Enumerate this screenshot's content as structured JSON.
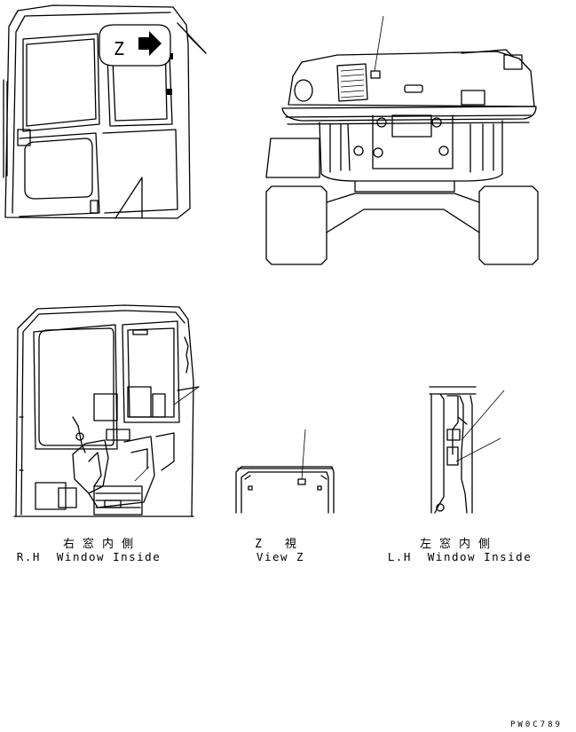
{
  "view_marker": {
    "letter": "Z"
  },
  "captions": {
    "rh": {
      "jp": "右窓内側",
      "en": "R.H  Window Inside"
    },
    "z": {
      "jp": "Z 視",
      "en": "View Z"
    },
    "lh": {
      "jp": "左窓内側",
      "en": "L.H  Window Inside"
    }
  },
  "drawing_code": "PW0C789",
  "colors": {
    "line": "#000000",
    "paper": "#ffffff"
  }
}
